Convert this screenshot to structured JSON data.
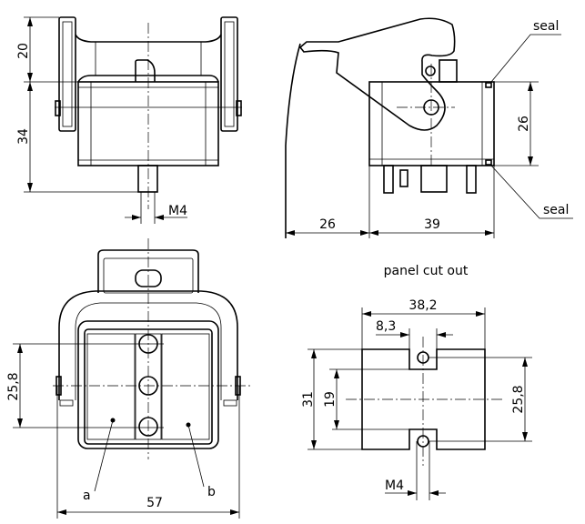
{
  "front_view": {
    "dim_top": "20",
    "dim_body": "34",
    "thread": "M4"
  },
  "side_view": {
    "dim_height": "26",
    "dim_lever": "26",
    "dim_depth": "39",
    "seal_top": "seal",
    "seal_bottom": "seal"
  },
  "bottom_view": {
    "dim_screw_spacing": "25,8",
    "dim_width": "57",
    "label_a": "a",
    "label_b": "b"
  },
  "panel_cutout": {
    "title": "panel cut out",
    "dim_width": "38,2",
    "dim_notch": "8,3",
    "dim_height": "31",
    "dim_inner": "19",
    "dim_hole_spacing": "25,8",
    "thread": "M4"
  }
}
